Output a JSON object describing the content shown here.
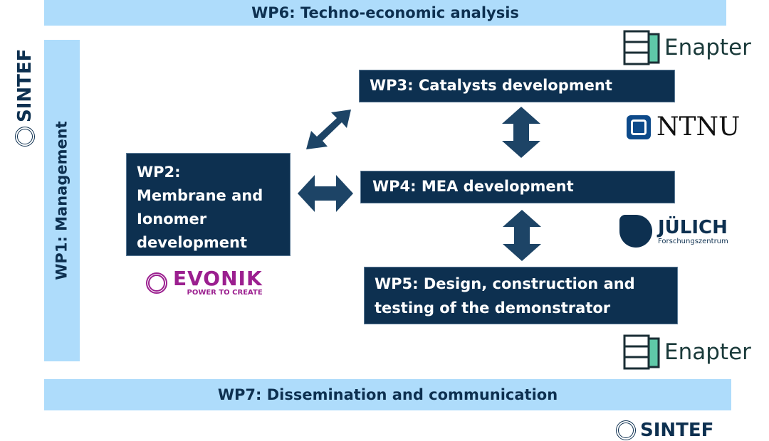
{
  "colors": {
    "light_blue": "#aedcfb",
    "navy": "#0d3050",
    "evonik": "#9b1f8f",
    "enapter_green": "#5fc9a8"
  },
  "wp6": "WP6: Techno-economic analysis",
  "wp1": "WP1: Management",
  "wp2": [
    "WP2:",
    "Membrane and",
    "Ionomer",
    "development"
  ],
  "wp3": "WP3: Catalysts development",
  "wp4": "WP4: MEA development",
  "wp5": [
    "WP5: Design, construction and",
    "testing of the demonstrator"
  ],
  "wp7": "WP7: Dissemination and communication",
  "logos": {
    "sintef": "SINTEF",
    "enapter": "Enapter",
    "ntnu": "NTNU",
    "julich": "JÜLICH",
    "julich_sub": "Forschungszentrum",
    "evonik": "EVONIK",
    "evonik_sub": "POWER TO CREATE"
  }
}
